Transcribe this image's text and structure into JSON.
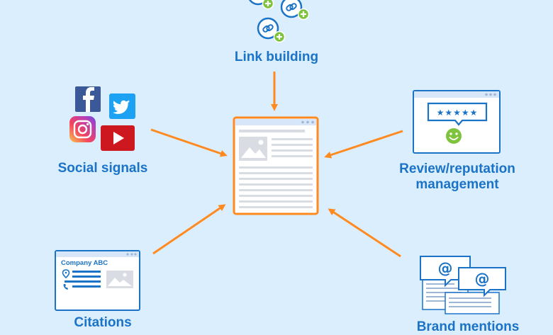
{
  "labels": {
    "link_building": "Link building",
    "social_signals": "Social signals",
    "review_line1": "Review/reputation",
    "review_line2": "management",
    "citations": "Citations",
    "brand_mentions": "Brand mentions"
  },
  "citation_card": {
    "company": "Company ABC"
  },
  "review_card": {
    "stars": "★★★★★"
  },
  "mention_symbol": "@",
  "colors": {
    "background": "#dbeefe",
    "accent_blue": "#1a73c7",
    "arrow_orange": "#ff8a1f",
    "plus_green": "#7dc43c"
  },
  "icons": [
    "link-icon",
    "facebook-icon",
    "twitter-icon",
    "instagram-icon",
    "youtube-icon",
    "webpage-icon",
    "citation-card-icon",
    "review-card-icon",
    "smiley-icon",
    "speech-bubble-icon"
  ]
}
